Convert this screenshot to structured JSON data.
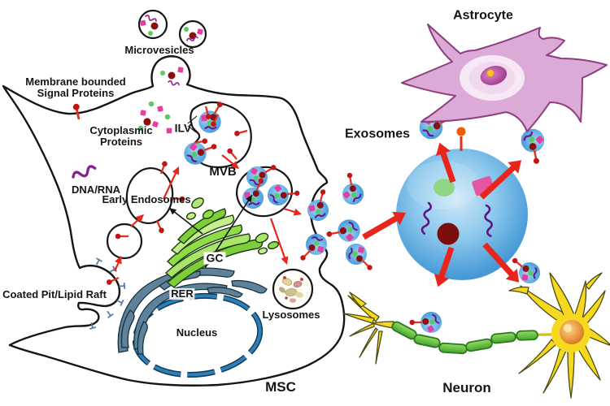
{
  "figure": {
    "description": "Diagram of exosome biogenesis and release from a mesenchymal stem cell (MSC) with uptake by astrocyte and neuron",
    "left_cell": "MSC",
    "target_cells": [
      "Astrocyte",
      "Neuron"
    ]
  },
  "labels": {
    "microvesicles": "Microvesicles",
    "membrane_bounded_line1": "Membrane bounded",
    "membrane_bounded_line2": "Signal Proteins",
    "cytoplasmic_line1": "Cytoplasmic",
    "cytoplasmic_line2": "Proteins",
    "ilv": "ILV",
    "mvb": "MVB",
    "dna_rna": "DNA/RNA",
    "early_endosomes": "Early Endosomes",
    "gc": "GC",
    "rer": "RER",
    "coated_pit": "Coated Pit/Lipid Raft",
    "nucleus": "Nucleus",
    "lysosomes": "Lysosomes",
    "msc": "MSC",
    "exosomes": "Exosomes",
    "astrocyte": "Astrocyte",
    "neuron": "Neuron"
  },
  "colors": {
    "membrane_outline": "#151515",
    "arrow_red": "#e8251c",
    "receptor_pin_red": "#c31512",
    "exosome_blue": "#4da0dc",
    "large_exosome_blue": "#55a8de",
    "golgi_green": "#8edc46",
    "rer_slate": "#5d8299",
    "nucleus_border_blue": "#2d7fb5",
    "lysosome_tan": "#d6c08e",
    "astrocyte_pink": "#dcaad6",
    "astrocyte_stroke": "#8e3d80",
    "astrocyte_nucleolus": "#f6c33c",
    "neuron_yellow": "#f6d91f",
    "neuron_nucleus_orange": "#d4761c",
    "myelin_green": "#64c33e",
    "protein_magenta": "#e33fa0",
    "protein_green": "#57cb5e",
    "protein_dark_red": "#8c0f10",
    "rna_purple": "#8a2090",
    "sphere_pin_orange": "#ef5a0d"
  }
}
